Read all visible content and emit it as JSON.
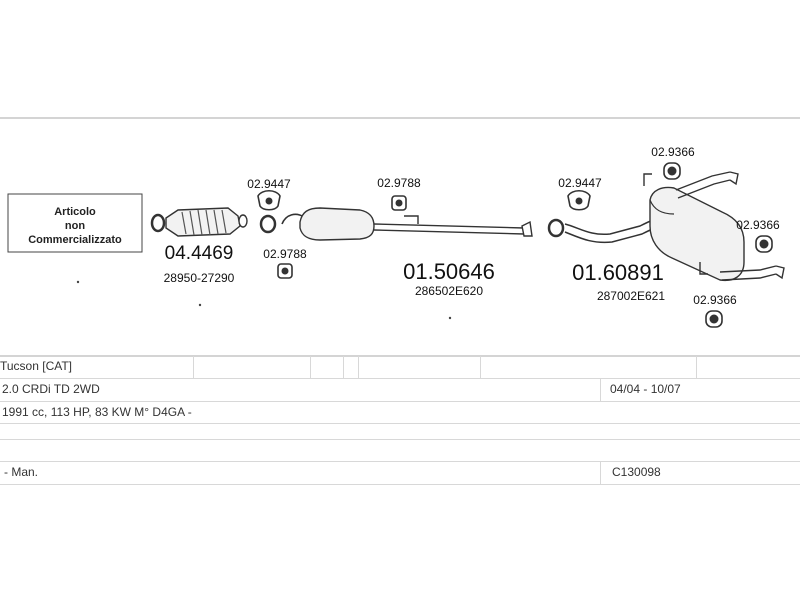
{
  "not_sold_box": {
    "line1": "Articolo",
    "line2": "non",
    "line3": "Commercializzato"
  },
  "parts": [
    {
      "code": "04.4469",
      "oem": "28950-27290"
    },
    {
      "code": "01.50646",
      "oem": "286502E620"
    },
    {
      "code": "01.60891",
      "oem": "287002E621"
    }
  ],
  "fittings": {
    "f1": "02.9447",
    "f2": "02.9788",
    "f3": "02.9788",
    "f4": "02.9447",
    "f5": "02.9366",
    "f6": "02.9366",
    "f7": "02.9366"
  },
  "vehicle": {
    "model": "Tucson  [CAT]",
    "engine": "2.0 CRDi TD 2WD",
    "period": "04/04 - 10/07",
    "spec": "1991 cc, 113 HP, 83 KW M° D4GA -",
    "transmission": "- Man.",
    "code": "C130098"
  }
}
